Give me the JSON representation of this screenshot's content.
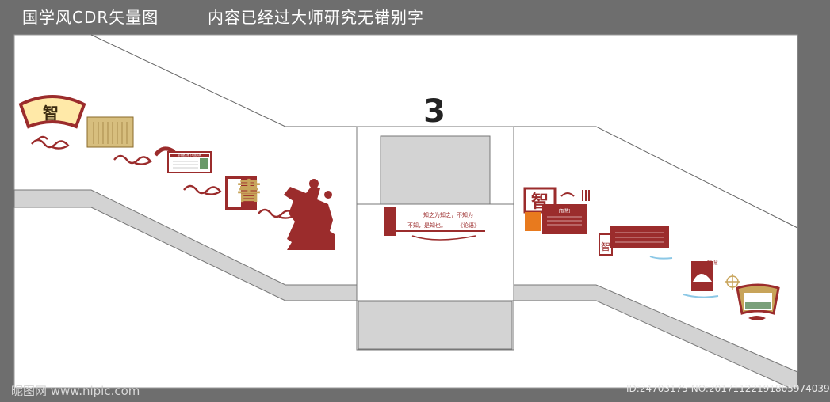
{
  "header": {
    "left": "国学风CDR矢量图",
    "right": "内容已经过大师研究无错别字"
  },
  "wall": {
    "number": "3",
    "left_panels": {
      "fan_char": "智",
      "book_char": "書",
      "board_title": "读书破万卷下笔如有神"
    },
    "center_quote": {
      "line1": "知之为知之，不知为",
      "line2": "不知，是知也。——《论语》"
    },
    "right_panels": {
      "card_char": "智",
      "card_tag": "[智慧]",
      "small_char": "智",
      "mini_title": "智 慧"
    }
  },
  "watermark": {
    "left": "昵图网 www.nipic.com",
    "right": "ID:24703175 NO:20171122191805974039"
  },
  "colors": {
    "background": "#6e6e6e",
    "wall": "#ffffff",
    "wall_shadow": "#d3d3d3",
    "crimson": "#9b2c2c",
    "gold": "#c8a45a",
    "orange": "#e87a1e"
  }
}
